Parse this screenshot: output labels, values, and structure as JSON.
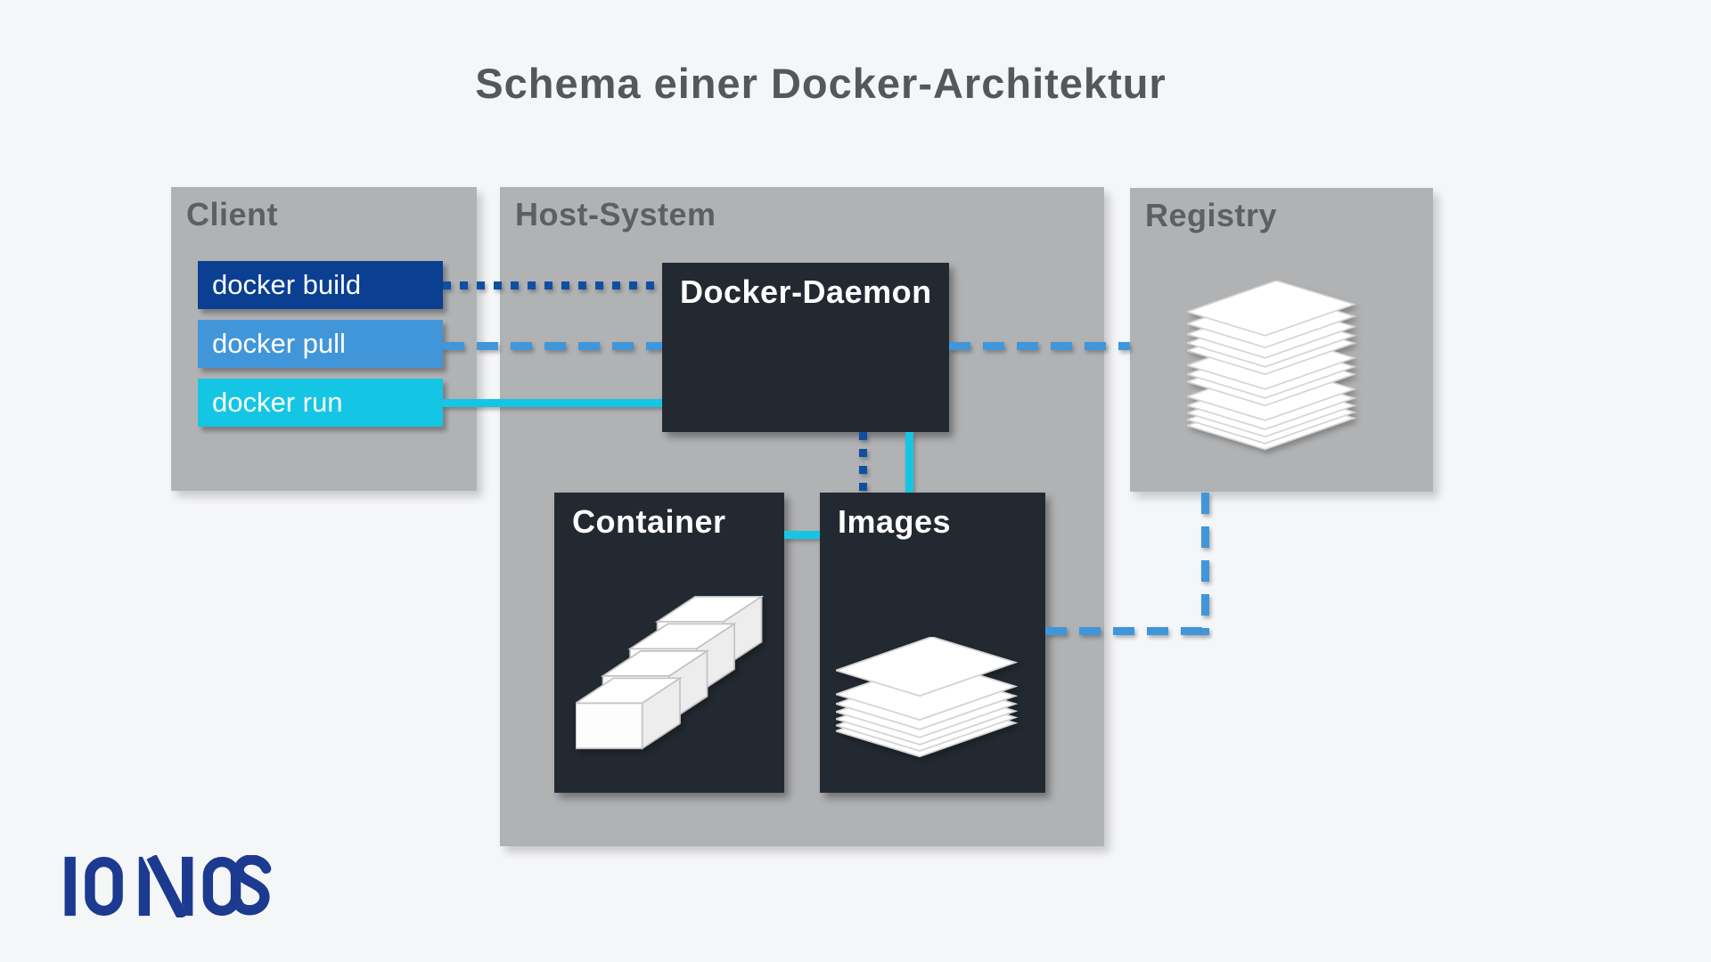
{
  "title": "Schema einer Docker-Architektur",
  "panels": {
    "client": {
      "label": "Client"
    },
    "host": {
      "label": "Host-System"
    },
    "registry": {
      "label": "Registry"
    }
  },
  "client_commands": [
    {
      "label": "docker build",
      "color": "#0a3f92",
      "line_style": "dotted"
    },
    {
      "label": "docker pull",
      "color": "#4196d9",
      "line_style": "dashed"
    },
    {
      "label": "docker run",
      "color": "#14c6e3",
      "line_style": "solid"
    }
  ],
  "host_components": {
    "daemon": {
      "label": "Docker-Daemon"
    },
    "container": {
      "label": "Container"
    },
    "images": {
      "label": "Images"
    }
  },
  "icons": {
    "container": "stacked-3d-boxes",
    "images": "stacked-flat-layers",
    "registry": "tall-stacked-layers"
  },
  "connections": [
    {
      "from": "docker build",
      "to": "Docker-Daemon",
      "style": "dotted",
      "color": "#0f4fa3"
    },
    {
      "from": "docker pull",
      "to": "Docker-Daemon",
      "style": "dashed",
      "color": "#4196d9"
    },
    {
      "from": "docker run",
      "to": "Docker-Daemon",
      "style": "solid",
      "color": "#14c6e3"
    },
    {
      "from": "Docker-Daemon",
      "to": "Registry",
      "style": "dashed",
      "color": "#4196d9"
    },
    {
      "from": "Docker-Daemon",
      "to": "Images",
      "style": "dotted",
      "color": "#0f4fa3"
    },
    {
      "from": "Docker-Daemon",
      "to": "Images",
      "style": "solid",
      "color": "#14c6e3"
    },
    {
      "from": "Container",
      "to": "Images",
      "style": "solid",
      "color": "#14c6e3"
    },
    {
      "from": "Images",
      "to": "Registry",
      "style": "dashed",
      "color": "#4196d9"
    }
  ],
  "brand": {
    "name": "IONOS",
    "color": "#1b3a90"
  },
  "colors": {
    "background": "#f5f6f8",
    "panel_gray": "#b1b2b4",
    "dark_box": "#232931",
    "navy": "#0a3f92",
    "blue": "#4196d9",
    "cyan": "#14c6e3",
    "heading_text": "#5c6064"
  }
}
